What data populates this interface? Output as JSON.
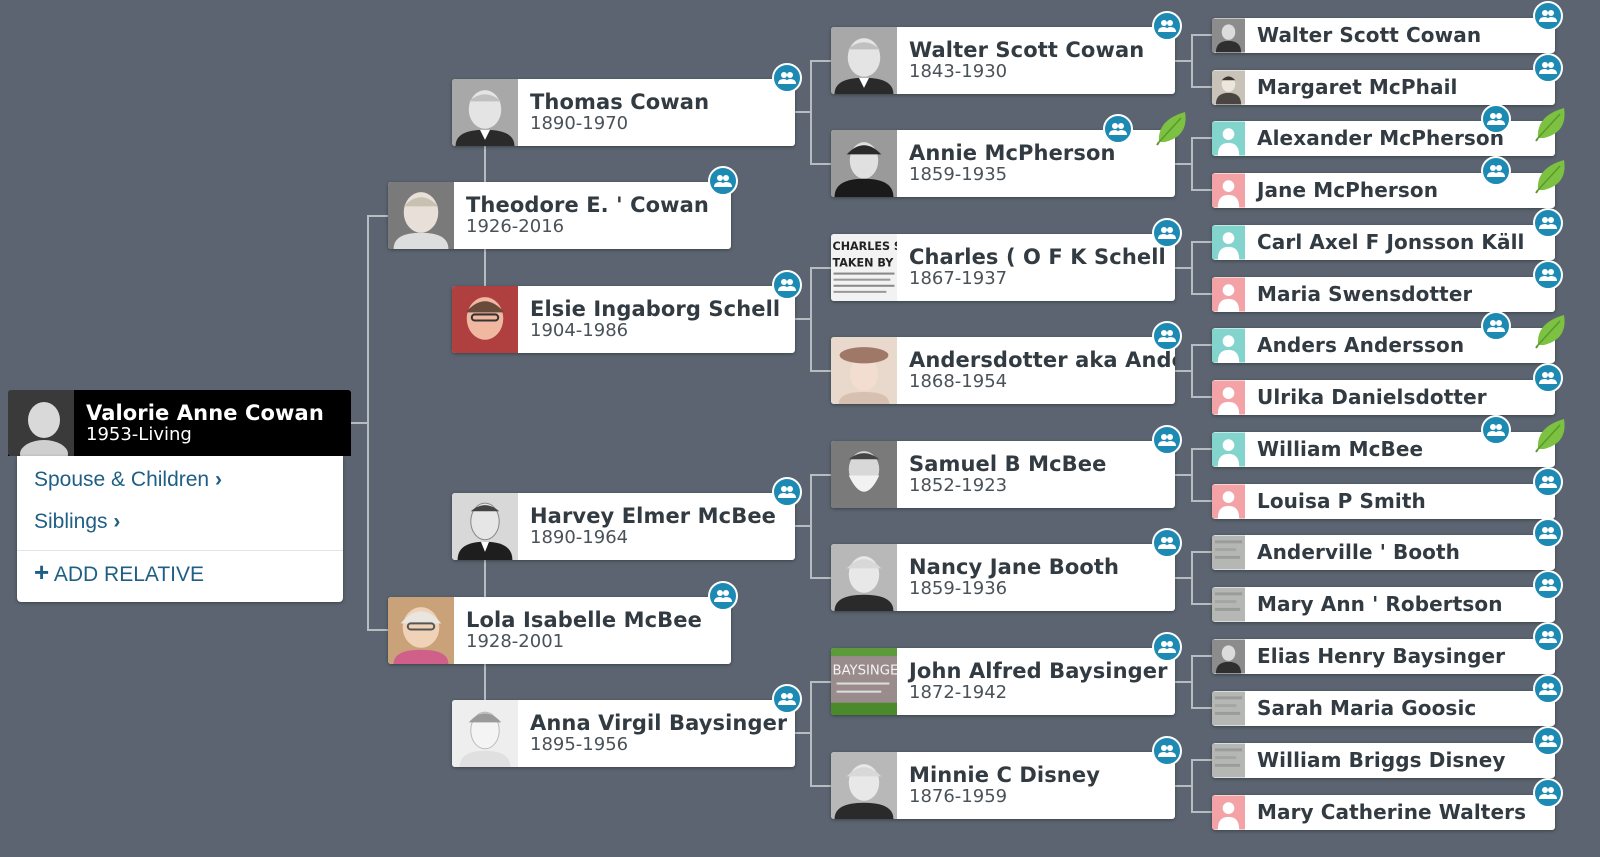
{
  "root": {
    "name": "Valorie Anne Cowan",
    "dates": "1953-Living",
    "spouse_link": "Spouse & Children",
    "siblings_link": "Siblings",
    "add_relative": "ADD RELATIVE"
  },
  "generation1": [
    {
      "name": "Theodore E. ' Cowan",
      "dates": "1926-2016"
    },
    {
      "name": "Lola Isabelle McBee",
      "dates": "1928-2001"
    }
  ],
  "generation2": [
    {
      "name": "Thomas Cowan",
      "dates": "1890-1970"
    },
    {
      "name": "Elsie Ingaborg Schell",
      "dates": "1904-1986"
    },
    {
      "name": "Harvey Elmer McBee",
      "dates": "1890-1964"
    },
    {
      "name": "Anna Virgil Baysinger",
      "dates": "1895-1956"
    }
  ],
  "generation3": [
    {
      "name": "Walter Scott Cowan",
      "dates": "1843-1930"
    },
    {
      "name": "Annie McPherson",
      "dates": "1859-1935"
    },
    {
      "name": "Charles ( O F K Schell",
      "dates": "1867-1937",
      "photo_caption": "CHARLES SCHELL TAKEN BY DEATH"
    },
    {
      "name": "Andersdotter aka Ande",
      "dates": "1868-1954"
    },
    {
      "name": "Samuel B McBee",
      "dates": "1852-1923"
    },
    {
      "name": "Nancy Jane Booth",
      "dates": "1859-1936"
    },
    {
      "name": "John Alfred Baysinger",
      "dates": "1872-1942",
      "photo_caption": "BAYSINGER"
    },
    {
      "name": "Minnie C Disney",
      "dates": "1876-1959"
    }
  ],
  "generation4": [
    {
      "name": "Walter Scott Cowan"
    },
    {
      "name": "Margaret McPhail"
    },
    {
      "name": "Alexander McPherson"
    },
    {
      "name": "Jane McPherson"
    },
    {
      "name": "Carl Axel F Jonsson Käll"
    },
    {
      "name": "Maria Swensdotter"
    },
    {
      "name": "Anders Andersson"
    },
    {
      "name": "Ulrika Danielsdotter"
    },
    {
      "name": "William McBee"
    },
    {
      "name": "Louisa P Smith"
    },
    {
      "name": "Anderville ' Booth"
    },
    {
      "name": "Mary Ann ' Robertson"
    },
    {
      "name": "Elias Henry Baysinger"
    },
    {
      "name": "Sarah Maria Goosic"
    },
    {
      "name": "William Briggs Disney"
    },
    {
      "name": "Mary Catherine Walters"
    }
  ],
  "icons": {
    "family_badge": "family-group-icon",
    "hint": "leaf-hint-icon",
    "male_placeholder": "male-silhouette-icon",
    "female_placeholder": "female-silhouette-icon",
    "chevron": "chevron-right-icon",
    "plus": "plus-icon"
  },
  "colors": {
    "background": "#5b6470",
    "badge": "#1d8ab3",
    "leaf": "#7dc142",
    "link": "#1f5f86",
    "male_placeholder": "#84d4ce",
    "female_placeholder": "#f3a3a6",
    "connector": "#b7bcc1"
  }
}
